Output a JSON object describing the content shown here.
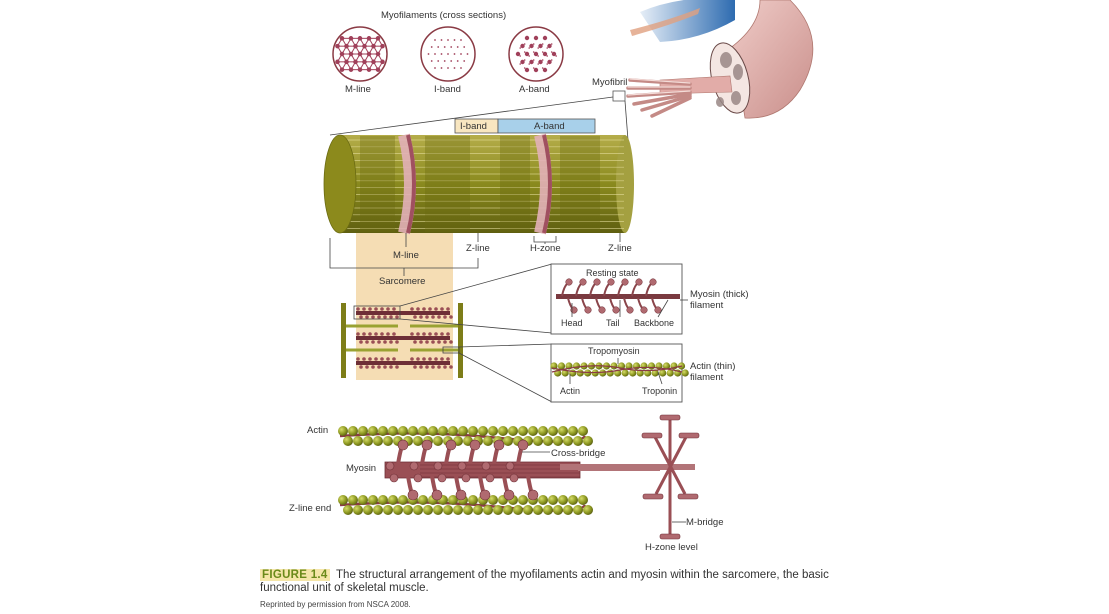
{
  "cross_sections": {
    "title": "Myofilaments (cross sections)",
    "items": [
      {
        "label": "M-line",
        "pattern": "lattice"
      },
      {
        "label": "I-band",
        "pattern": "sparse-dots"
      },
      {
        "label": "A-band",
        "pattern": "mixed-dots"
      }
    ]
  },
  "muscle": {
    "myofibril_label": "Myofibril"
  },
  "bands": {
    "i_band": "I-band",
    "a_band": "A-band"
  },
  "myofibril_labels": {
    "m_line": "M-line",
    "z_line_1": "Z-line",
    "h_zone": "H-zone",
    "z_line_2": "Z-line",
    "sarcomere": "Sarcomere"
  },
  "myosin_inset": {
    "title": "Resting state",
    "head": "Head",
    "tail": "Tail",
    "backbone": "Backbone",
    "side_label_1": "Myosin (thick)",
    "side_label_2": "filament"
  },
  "actin_inset": {
    "title": "Tropomyosin",
    "actin": "Actin",
    "troponin": "Troponin",
    "side_label_1": "Actin (thin)",
    "side_label_2": "filament"
  },
  "detail": {
    "actin": "Actin",
    "myosin": "Myosin",
    "z_line_end": "Z-line end",
    "cross_bridge": "Cross-bridge",
    "m_bridge": "M-bridge",
    "h_zone_level": "H-zone level"
  },
  "caption": {
    "figure_number": "FIGURE 1.4",
    "text": "The structural arrangement of the myofilaments actin and myosin within the sarcomere, the basic functional unit of skeletal muscle.",
    "credit": "Reprinted by permission from NSCA 2008."
  },
  "colors": {
    "olive": "#8a8a1e",
    "olive_dark": "#6b6b12",
    "myosin": "#9a4f55",
    "myosin_dark": "#6e2f36",
    "actin_bead": "#8f9a22",
    "sarcomere_highlight": "#f5ddb4",
    "a_band_blue": "#a8d0ea",
    "i_band_tan": "#f8e6c0",
    "muscle_pink": "#e6b5b0",
    "blue": "#2d6bb0"
  }
}
